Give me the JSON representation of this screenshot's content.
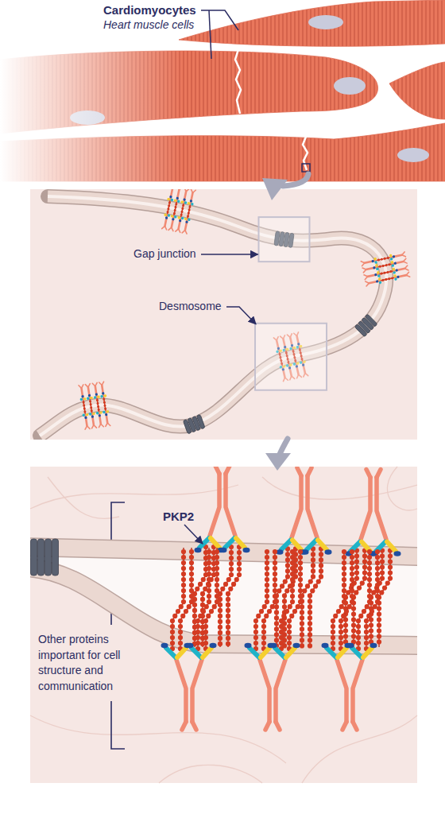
{
  "diagram": {
    "labels": [
      "Cardiomyocytes",
      "Heart muscle cells",
      "Gap junction",
      "Desmosome",
      "PKP2",
      "Other proteins important for cell structure and communication"
    ]
  }
}
